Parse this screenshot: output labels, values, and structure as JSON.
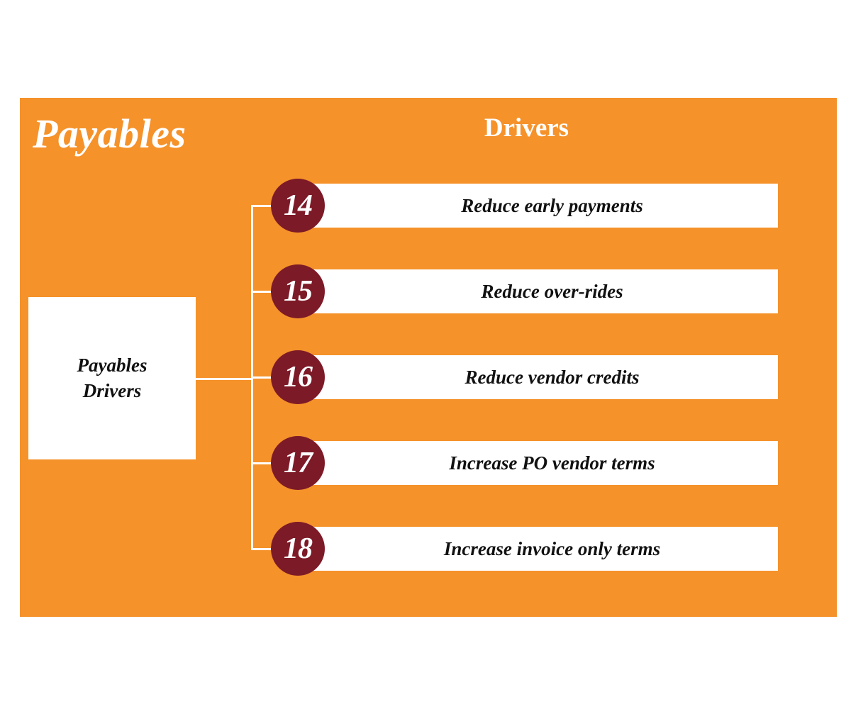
{
  "panel": {
    "background_color": "#F5922A",
    "section_title": "Payables",
    "column_header": "Drivers"
  },
  "root_node": {
    "label": "Payables\nDrivers",
    "background_color": "#FFFFFF",
    "text_color": "#111111"
  },
  "style": {
    "badge_color": "#7D1A27",
    "badge_text_color": "#FFFFFF",
    "bar_color": "#FFFFFF",
    "connector_color": "#FFFFFF",
    "row_text_color": "#111111",
    "header_text_color": "#FFFFFF"
  },
  "drivers": [
    {
      "number": "14",
      "label": "Reduce early payments"
    },
    {
      "number": "15",
      "label": "Reduce over-rides"
    },
    {
      "number": "16",
      "label": "Reduce vendor credits"
    },
    {
      "number": "17",
      "label": "Increase PO vendor terms"
    },
    {
      "number": "18",
      "label": "Increase invoice only terms"
    }
  ]
}
